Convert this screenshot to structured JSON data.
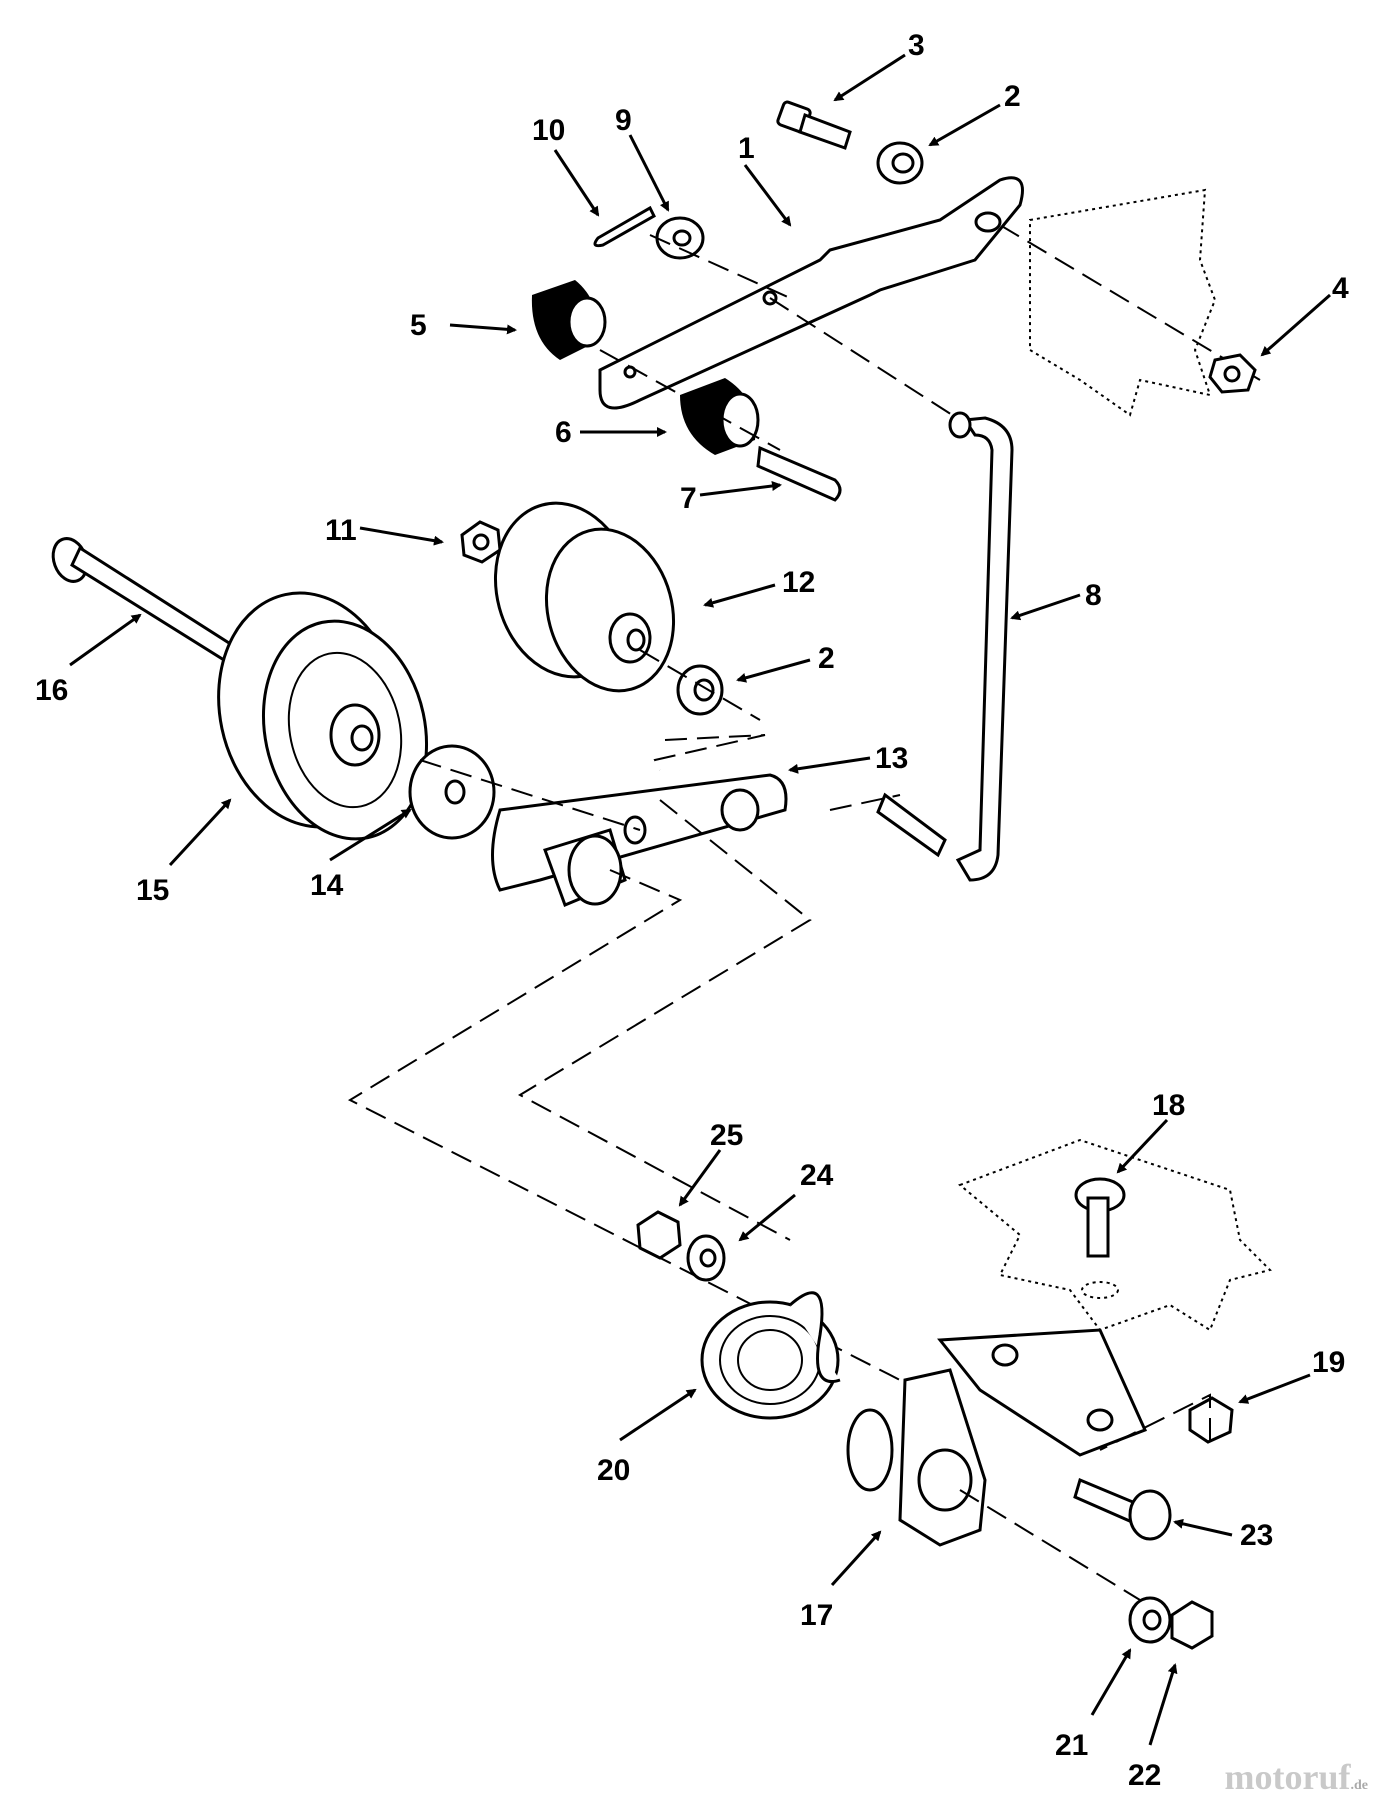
{
  "callouts": [
    {
      "id": "1",
      "label": "1"
    },
    {
      "id": "2",
      "label": "2"
    },
    {
      "id": "3",
      "label": "3"
    },
    {
      "id": "4",
      "label": "4"
    },
    {
      "id": "5",
      "label": "5"
    },
    {
      "id": "6",
      "label": "6"
    },
    {
      "id": "7",
      "label": "7"
    },
    {
      "id": "8",
      "label": "8"
    },
    {
      "id": "9",
      "label": "9"
    },
    {
      "id": "10",
      "label": "10"
    },
    {
      "id": "11",
      "label": "11"
    },
    {
      "id": "12",
      "label": "12"
    },
    {
      "id": "2b",
      "label": "2"
    },
    {
      "id": "13",
      "label": "13"
    },
    {
      "id": "14",
      "label": "14"
    },
    {
      "id": "15",
      "label": "15"
    },
    {
      "id": "16",
      "label": "16"
    },
    {
      "id": "17",
      "label": "17"
    },
    {
      "id": "18",
      "label": "18"
    },
    {
      "id": "19",
      "label": "19"
    },
    {
      "id": "20",
      "label": "20"
    },
    {
      "id": "21",
      "label": "21"
    },
    {
      "id": "22",
      "label": "22"
    },
    {
      "id": "23",
      "label": "23"
    },
    {
      "id": "24",
      "label": "24"
    },
    {
      "id": "25",
      "label": "25"
    }
  ],
  "watermark": {
    "brand": "motoruf",
    "suffix": ".de"
  }
}
